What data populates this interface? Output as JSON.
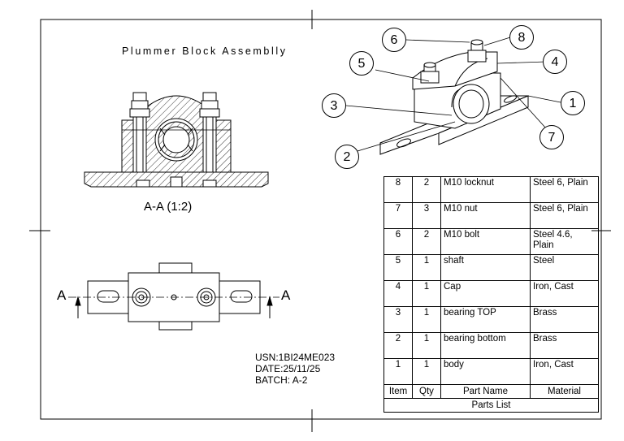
{
  "drawing": {
    "title": "Plummer Block Assemblly",
    "section_label": "A-A (1:2)",
    "cut_label_left": "A",
    "cut_label_right": "A"
  },
  "info": {
    "usn": "USN:1BI24ME023",
    "date": "DATE:25/11/25",
    "batch": "BATCH: A-2"
  },
  "balloons": [
    "1",
    "2",
    "3",
    "4",
    "5",
    "6",
    "7",
    "8"
  ],
  "parts_list": {
    "caption": "Parts List",
    "headers": [
      "Item",
      "Qty",
      "Part Name",
      "Material"
    ],
    "rows": [
      {
        "item": "8",
        "qty": "2",
        "name": "M10 locknut",
        "material": "Steel 6, Plain"
      },
      {
        "item": "7",
        "qty": "3",
        "name": "M10 nut",
        "material": "Steel 6, Plain"
      },
      {
        "item": "6",
        "qty": "2",
        "name": "M10 bolt",
        "material": "Steel 4.6, Plain"
      },
      {
        "item": "5",
        "qty": "1",
        "name": "shaft",
        "material": "Steel"
      },
      {
        "item": "4",
        "qty": "1",
        "name": "Cap",
        "material": "Iron, Cast"
      },
      {
        "item": "3",
        "qty": "1",
        "name": "bearing TOP",
        "material": "Brass"
      },
      {
        "item": "2",
        "qty": "1",
        "name": "bearing bottom",
        "material": "Brass"
      },
      {
        "item": "1",
        "qty": "1",
        "name": "body",
        "material": "Iron, Cast"
      }
    ]
  }
}
